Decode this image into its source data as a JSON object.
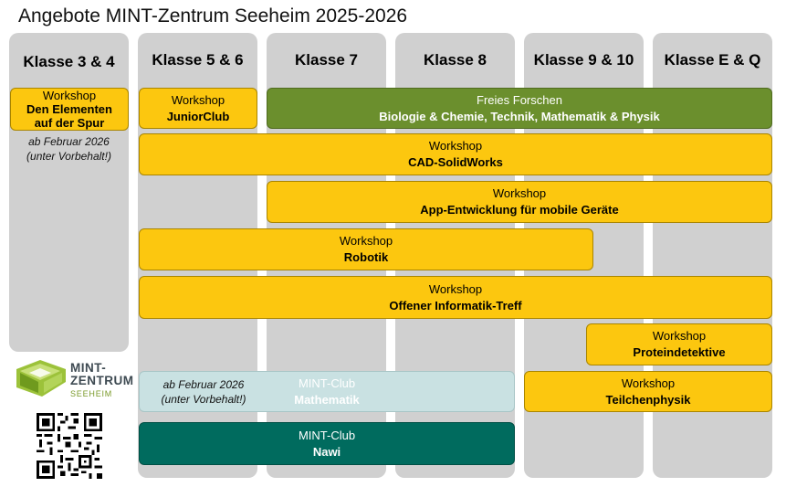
{
  "title": "Angebote MINT-Zentrum Seeheim 2025-2026",
  "columns": [
    "Klasse 3 & 4",
    "Klasse 5 & 6",
    "Klasse 7",
    "Klasse 8",
    "Klasse 9 & 10",
    "Klasse E & Q"
  ],
  "offers": {
    "elemente": {
      "l1": "Workshop",
      "l2": "Den Elementen auf der Spur"
    },
    "juniorclub": {
      "l1": "Workshop",
      "l2": "JuniorClub"
    },
    "freies_forschen": {
      "l1": "Freies Forschen",
      "l2": "Biologie & Chemie, Technik, Mathematik & Physik"
    },
    "cad": {
      "l1": "Workshop",
      "l2": "CAD-SolidWorks"
    },
    "app": {
      "l1": "Workshop",
      "l2": "App-Entwicklung für mobile Geräte"
    },
    "robotik": {
      "l1": "Workshop",
      "l2": "Robotik"
    },
    "informatik": {
      "l1": "Workshop",
      "l2": "Offener Informatik-Treff"
    },
    "protein": {
      "l1": "Workshop",
      "l2": "Proteindetektive"
    },
    "mathematik": {
      "l1": "MINT-Club",
      "l2": "Mathematik"
    },
    "teilchen": {
      "l1": "Workshop",
      "l2": "Teilchenphysik"
    },
    "nawi": {
      "l1": "MINT-Club",
      "l2": "Nawi"
    }
  },
  "notes": {
    "note1_line1": "ab Februar 2026",
    "note1_line2": "(unter Vorbehalt!)",
    "note2_line1": "ab Februar 2026",
    "note2_line2": "(unter Vorbehalt!)"
  },
  "logo": {
    "line1": "MINT-",
    "line2": "ZENTRUM",
    "line3": "SEEHEIM"
  },
  "colors": {
    "yellow": "#fcc70f",
    "green": "#6b8f2d",
    "teal": "#006b5e",
    "pale": "#c9e1e2",
    "column": "#d0d0d0"
  }
}
